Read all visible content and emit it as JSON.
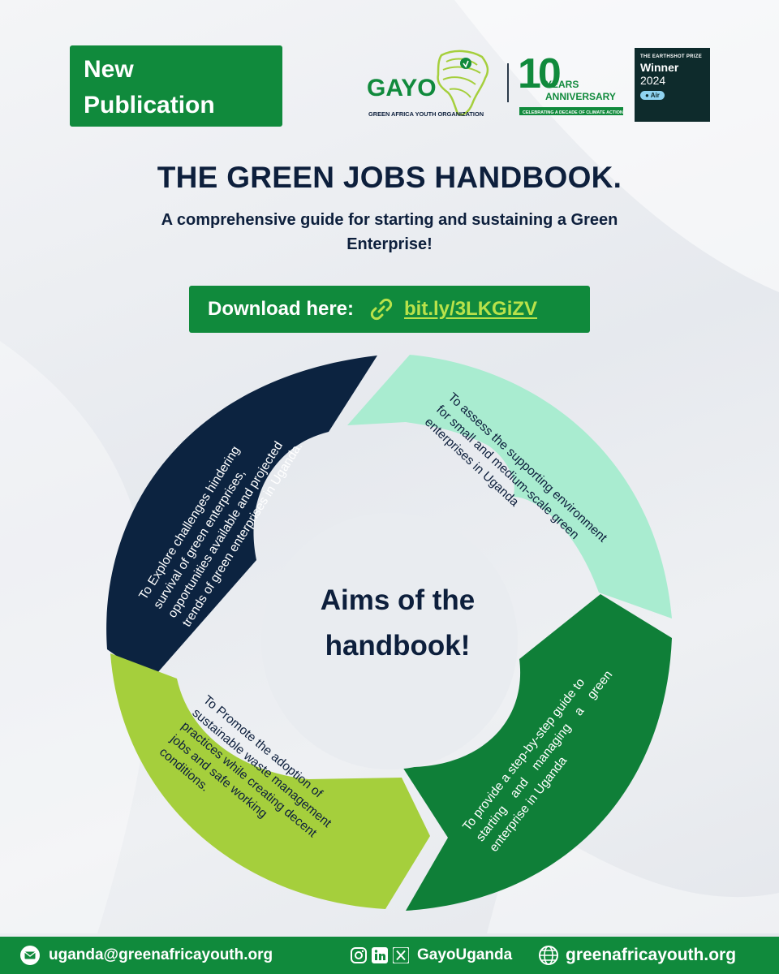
{
  "badge": {
    "line1": "New",
    "line2": "Publication"
  },
  "logos": {
    "gayo_name": "GAYO",
    "gayo_tagline": "GREEN AFRICA YOUTH ORGANIZATION",
    "anniv_number": "10",
    "anniv_years": "YEARS",
    "anniv_word": "ANNIVERSARY",
    "anniv_banner": "CELEBRATING A DECADE OF CLIMATE ACTION",
    "earthshot_small": "THE EARTHSHOT PRIZE",
    "earthshot_status": "Winner",
    "earthshot_year": "2024",
    "earthshot_category": "Air"
  },
  "header": {
    "title": "THE GREEN JOBS HANDBOOK.",
    "subtitle": "A comprehensive guide for starting and sustaining a Green Enterprise!"
  },
  "download": {
    "label": "Download here:",
    "link": "bit.ly/3LKGiZV",
    "icon": "link-icon"
  },
  "aims": {
    "center": "Aims of the handbook!",
    "segments": [
      {
        "id": "explore",
        "lines": [
          "To Explore challenges hindering",
          "survival of green enterprises,",
          "opportunities available and projected",
          "trends of green enterprises in Uganda."
        ],
        "color": "#0c2340",
        "text_color": "#ffffff"
      },
      {
        "id": "assess",
        "lines": [
          "To assess the supporting environment",
          "for small and medium-scale green",
          "enterprises in Uganda"
        ],
        "color": "#a9ecd0",
        "text_color": "#0d1f3c"
      },
      {
        "id": "guide",
        "lines": [
          "To provide a step-by-step guide to",
          "starting    and    managing    a    green",
          "enterprise in Uganda"
        ],
        "color": "#0f7f38",
        "text_color": "#ffffff"
      },
      {
        "id": "promote",
        "lines": [
          "To Promote the adoption of",
          "sustainable waste management",
          "practices while creating decent",
          "jobs and safe working",
          "conditions."
        ],
        "color": "#a5cf3c",
        "text_color": "#0d1f3c"
      }
    ]
  },
  "footer": {
    "email": "uganda@greenafricayouth.org",
    "social_handle": "GayoUganda",
    "website": "greenafricayouth.org",
    "icons": [
      "mail-icon",
      "instagram-icon",
      "linkedin-icon",
      "x-icon",
      "globe-icon"
    ]
  },
  "colors": {
    "brand_green": "#108a3c",
    "navy": "#0d1f3c",
    "link_green": "#b9e24a"
  }
}
